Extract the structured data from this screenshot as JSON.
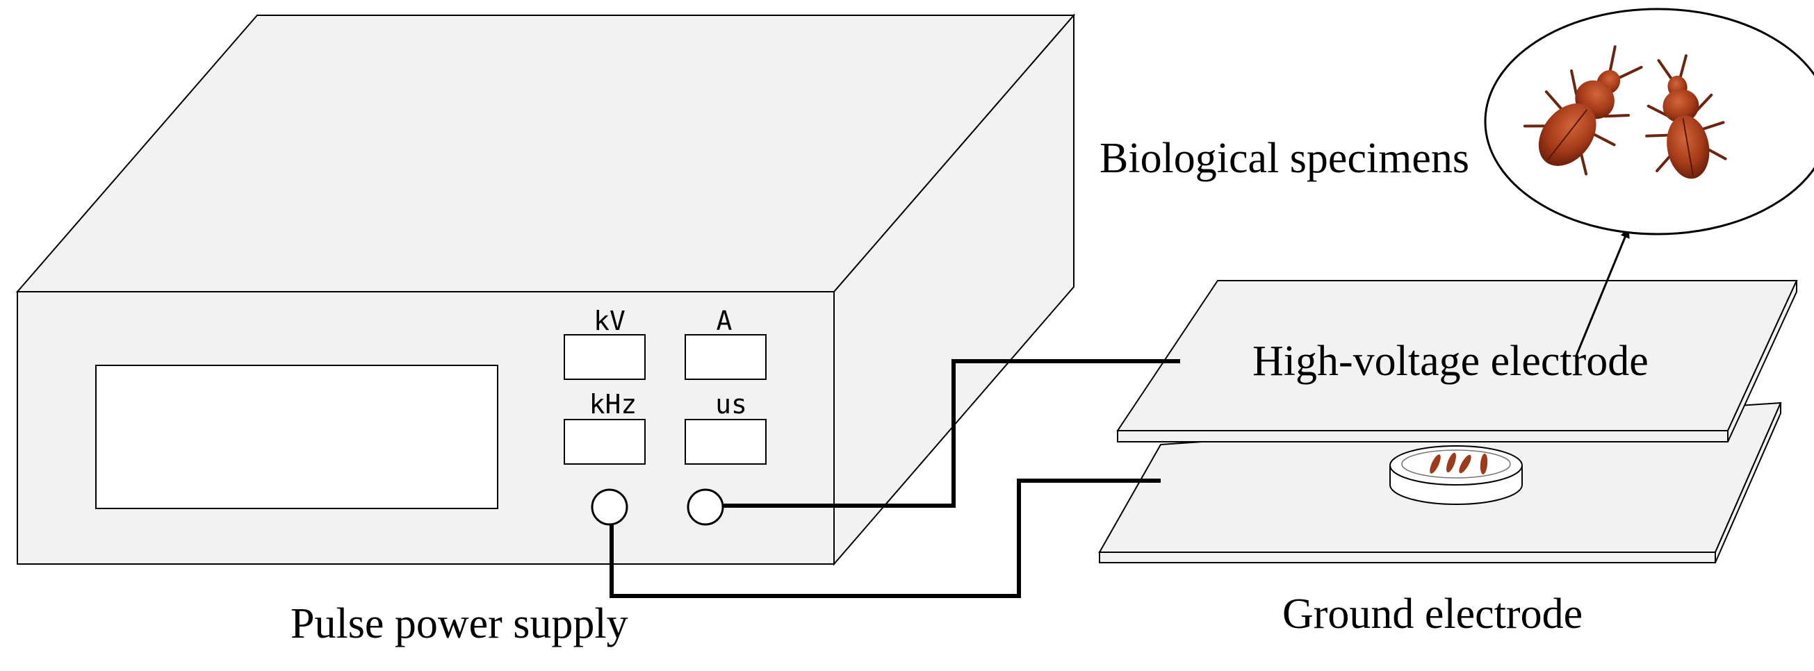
{
  "labels": {
    "power_supply": "Pulse power supply",
    "biological_specimens": "Biological specimens",
    "high_voltage_electrode": "High-voltage electrode",
    "ground_electrode": "Ground electrode"
  },
  "meters": {
    "kv": "kV",
    "a": "A",
    "khz": "kHz",
    "us": "us"
  },
  "colors": {
    "box_fill": "#f2f2f2",
    "plate_fill": "#f2f2f2",
    "line": "#000000",
    "beetle": "#9c3a1c"
  }
}
